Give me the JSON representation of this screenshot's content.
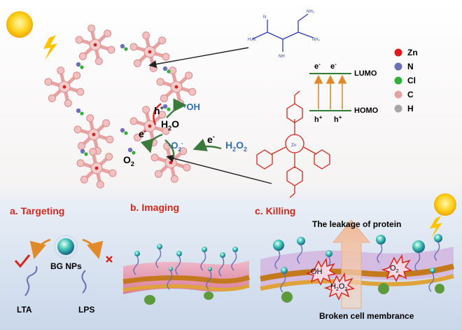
{
  "legend": [
    {
      "symbol": "Zn",
      "color": "#e01b1b"
    },
    {
      "symbol": "N",
      "color": "#6a6fb8"
    },
    {
      "symbol": "Cl",
      "color": "#2fb13a"
    },
    {
      "symbol": "C",
      "color": "#e2a3a3"
    },
    {
      "symbol": "H",
      "color": "#a7a7a7"
    }
  ],
  "energy": {
    "lumo": "LUMO",
    "homo": "HOMO",
    "electron": "e",
    "electron_sup": "-",
    "hole": "h",
    "hole_sup": "+"
  },
  "mechanism": {
    "hole": "h",
    "hole_sup": "+",
    "oh_radical": "·OH",
    "water": "H",
    "water_sub": "2",
    "water_end": "O",
    "electron": "e",
    "electron_sup": "-",
    "superoxide": "·O",
    "superoxide_sub": "2",
    "superoxide_sup": "-",
    "oxygen": "O",
    "oxygen_sub": "2",
    "electron2": "e",
    "electron2_sup": "-",
    "peroxide": "H",
    "peroxide_sub1": "2",
    "peroxide_mid": "O",
    "peroxide_sub2": "2"
  },
  "panels": {
    "a": "a. Targeting",
    "b": "b. Imaging",
    "c": "c. Killing"
  },
  "targeting": {
    "np": "BG NPs",
    "lta": "LTA",
    "lps": "LPS"
  },
  "killing": {
    "leakage": "The leakage of protein",
    "broken": "Broken cell membrance",
    "oh": "OH",
    "h2o2": "H",
    "h2o2_sub1": "2",
    "h2o2_mid": "O",
    "h2o2_sub2": "2",
    "o2": "O",
    "o2_sub": "2"
  },
  "colors": {
    "title_red": "#d9261c",
    "peroxide_blue": "#2f6fb2",
    "lumo_line": "#2e7d32"
  }
}
